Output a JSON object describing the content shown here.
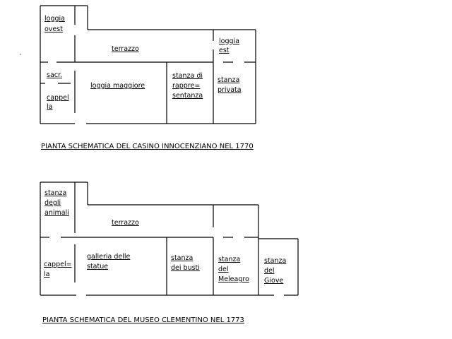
{
  "plan1": {
    "rooms": {
      "loggia_ovest": [
        "loggia",
        "ovest"
      ],
      "terrazzo": [
        "terrazzo"
      ],
      "loggia_est": [
        "loggia",
        "est"
      ],
      "sacr": [
        "sacr."
      ],
      "cappella": [
        "cappel",
        "la"
      ],
      "loggia_maggiore": [
        "loggia maggiore"
      ],
      "stanza_rappresentanza": [
        "stanza di",
        "rappre=",
        "sentanza"
      ],
      "stanza_privata": [
        "stanza",
        "privata"
      ]
    },
    "caption": "PIANTA SCHEMATICA DEL CASINO INNOCENZIANO NEL 1770"
  },
  "plan2": {
    "rooms": {
      "stanza_animali": [
        "stanza",
        "degli",
        "animali"
      ],
      "terrazzo": [
        "terrazzo"
      ],
      "cappella": [
        "cappel=",
        "la"
      ],
      "galleria_statue": [
        "galleria delle",
        "statue"
      ],
      "stanza_busti": [
        "stanza",
        "dei busti"
      ],
      "stanza_meleagro": [
        "stanza",
        "del",
        "Meleagro"
      ],
      "stanza_giove": [
        "stanza",
        "del",
        "Giove"
      ]
    },
    "caption": "PIANTA SCHEMATICA DEL MUSEO CLEMENTINO NEL 1773"
  }
}
